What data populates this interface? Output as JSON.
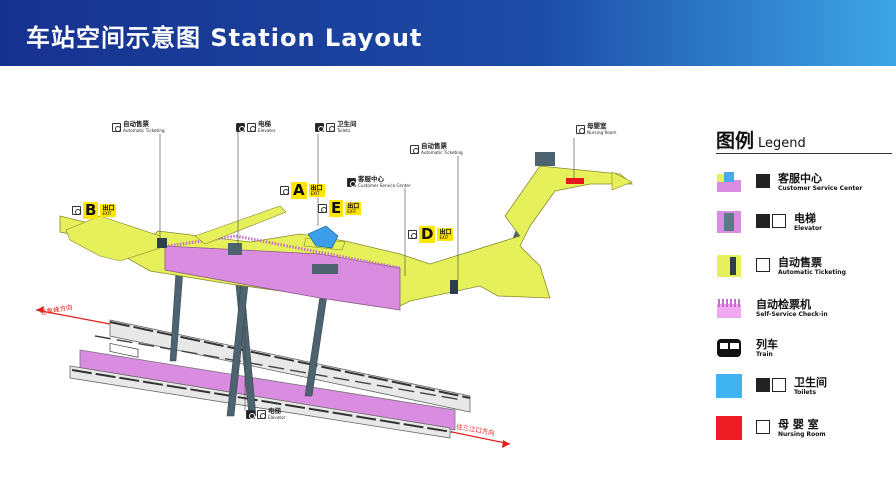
{
  "header": {
    "title": "车站空间示意图 Station Layout",
    "colors": {
      "start": "#17318f",
      "end": "#3da6e6"
    }
  },
  "map": {
    "labels": {
      "ticketing_left": {
        "cn": "自动售票",
        "en": "Automatic Ticketing"
      },
      "elevator_top": {
        "cn": "电梯",
        "en": "Elevator"
      },
      "toilets": {
        "cn": "卫生间",
        "en": "Toilets"
      },
      "customer_service": {
        "cn": "客服中心",
        "en": "Customer Service Center"
      },
      "ticketing_right": {
        "cn": "自动售票",
        "en": "Automatic Ticketing"
      },
      "nursing": {
        "cn": "母婴室",
        "en": "Nursing Room"
      },
      "elevator_bottom": {
        "cn": "电梯",
        "en": "Elevator"
      }
    },
    "exits": [
      {
        "letter": "A",
        "cn": "出口",
        "en": "EXIT"
      },
      {
        "letter": "B",
        "cn": "出口",
        "en": "EXIT"
      },
      {
        "letter": "D",
        "cn": "出口",
        "en": "EXIT"
      },
      {
        "letter": "E",
        "cn": "出口",
        "en": "EXIT"
      }
    ],
    "directions": {
      "left": "往象峰方向",
      "right": "往三江口方向"
    },
    "colors": {
      "concourse": "#e6f05a",
      "paid_area": "#d98ce0",
      "platform": "#d98ce0",
      "toilet": "#3a9ee8",
      "nursing": "#e8141e",
      "column": "#4d6470",
      "direction": "#e0201c"
    }
  },
  "legend": {
    "title_cn": "图例",
    "title_en": "Legend",
    "items": [
      {
        "cn": "客服中心",
        "en": "Customer Service Center",
        "swatch": "service",
        "icons": [
          "service-desk-icon"
        ]
      },
      {
        "cn": "电梯",
        "en": "Elevator",
        "swatch": "elevator",
        "icons": [
          "elevator-icon",
          "wheelchair-icon"
        ]
      },
      {
        "cn": "自动售票",
        "en": "Automatic Ticketing",
        "swatch": "ticket",
        "icons": [
          "ticket-machine-icon"
        ]
      },
      {
        "cn": "自动检票机",
        "en": "Self-Service Check-in",
        "swatch": "gate",
        "icons": []
      },
      {
        "cn": "列车",
        "en": "Train",
        "swatch": "train",
        "icons": []
      },
      {
        "cn": "卫生间",
        "en": "Toilets",
        "swatch": "toilet",
        "icons": [
          "toilet-icon",
          "wheelchair-icon"
        ]
      },
      {
        "cn": "母 婴 室",
        "en": "Nursing Room",
        "swatch": "nursing",
        "icons": [
          "nursing-room-icon"
        ]
      }
    ]
  }
}
